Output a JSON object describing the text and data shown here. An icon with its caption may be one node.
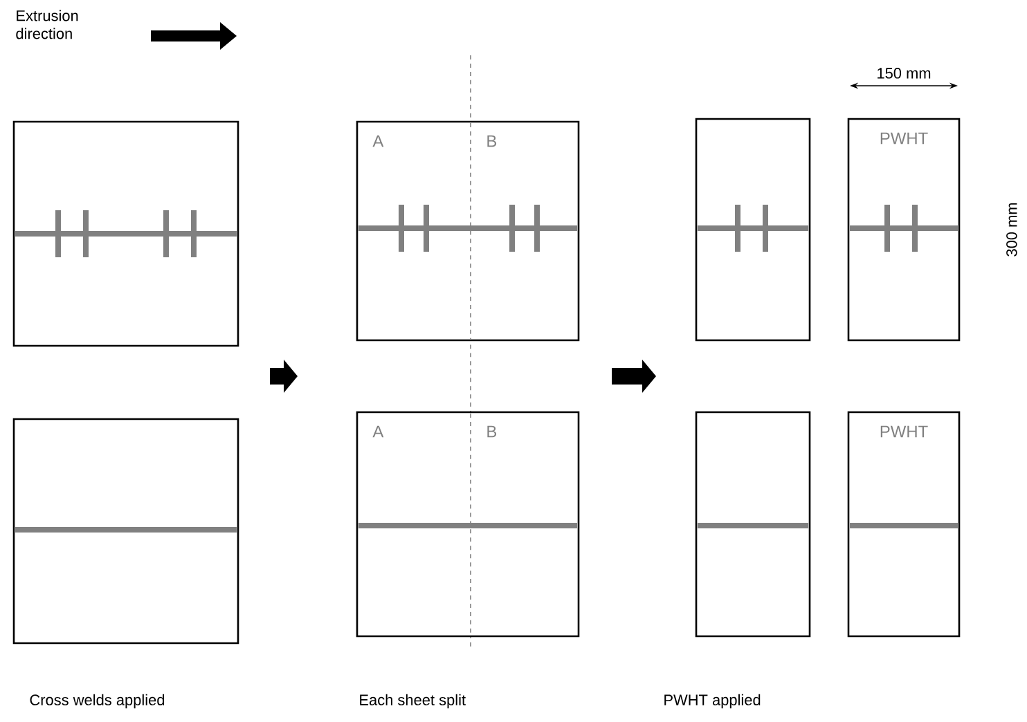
{
  "diagram": {
    "nodes": [
      {
        "text": [],
        "shape": "box"
      },
      {
        "text": [
          "A",
          "B"
        ]
      },
      {
        "text": [],
        "shape": "box"
      },
      {
        "text": [
          "PWHT"
        ]
      },
      {
        "text": [],
        "shape": "box"
      },
      {
        "text": [
          "A",
          "B"
        ]
      },
      {
        "text": [],
        "shape": "box"
      },
      {
        "text": [
          "PWHT"
        ]
      }
    ],
    "edges": [],
    "labels": [
      "Extrusion direction",
      "150 mm",
      "300 mm",
      "Cross welds applied",
      "Each sheet split",
      "PWHT applied"
    ]
  }
}
